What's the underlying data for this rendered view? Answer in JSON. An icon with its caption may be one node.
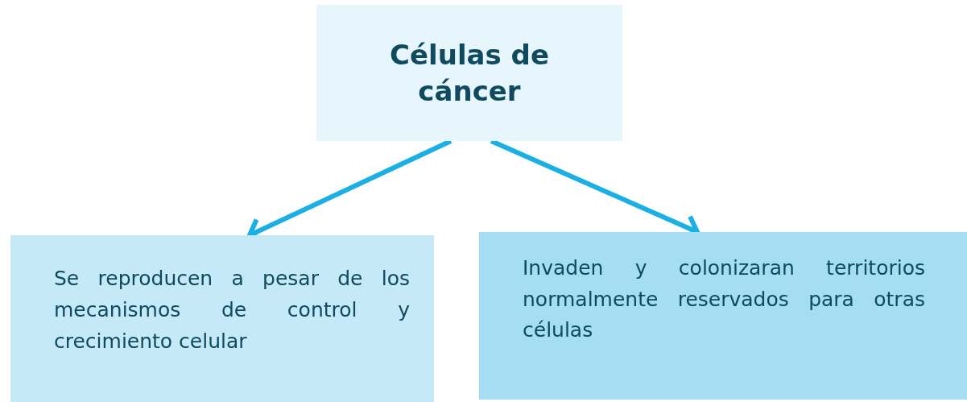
{
  "diagram": {
    "nodes": [
      {
        "text": [
          "Células de cáncer"
        ]
      },
      {
        "text": [
          "Se reproducen a pesar de los mecanismos de control y crecimiento celular"
        ]
      },
      {
        "text": [
          "Invaden y colonizaran territorios normalmente reservados para otras células"
        ]
      }
    ],
    "edges": [
      {
        "from": 0,
        "to": 1,
        "arrow": "to"
      },
      {
        "from": 0,
        "to": 2,
        "arrow": "to"
      }
    ]
  }
}
